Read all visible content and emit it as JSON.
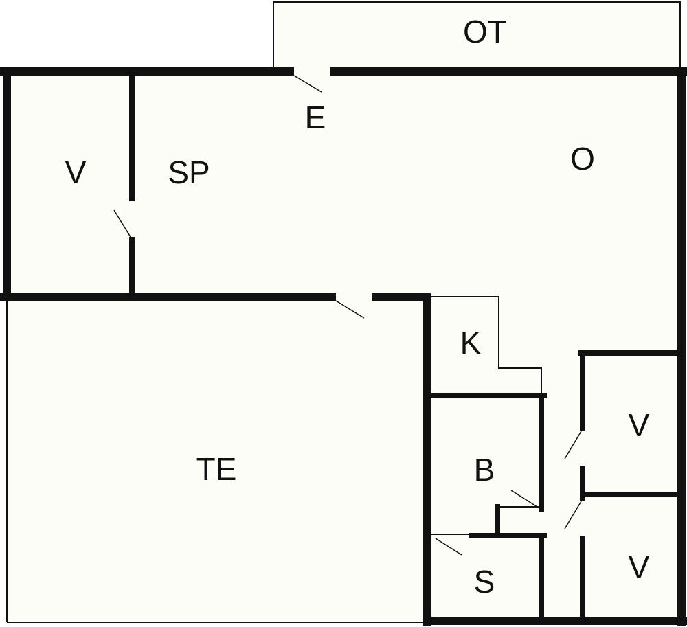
{
  "rooms": {
    "ot": "OT",
    "e": "E",
    "o": "O",
    "v_left": "V",
    "sp": "SP",
    "te": "TE",
    "k": "K",
    "b": "B",
    "s": "S",
    "v_right_top": "V",
    "v_right_bottom": "V"
  },
  "colors": {
    "floor": "#fdfdf8",
    "walls": "#111111"
  }
}
